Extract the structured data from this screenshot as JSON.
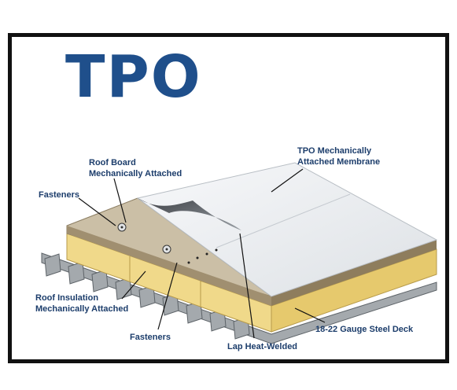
{
  "title": "TPO",
  "colors": {
    "title": "#1f4f8b",
    "label_text": "#1c3d6b",
    "membrane": "#eceff2",
    "roof_board": "#cbbfa6",
    "insulation": "#f0d98a",
    "steel_deck": "#a4a9ad",
    "leader_line": "#111111"
  },
  "labels": {
    "roof_board": [
      "Roof Board",
      "Mechanically Attached"
    ],
    "fasteners_top": "Fasteners",
    "membrane": [
      "TPO Mechanically",
      "Attached Membrane"
    ],
    "insulation": [
      "Roof Insulation",
      "Mechanically Attached"
    ],
    "fasteners_bottom": "Fasteners",
    "lap": "Lap Heat-Welded",
    "steel_deck": "18-22 Gauge Steel Deck"
  }
}
